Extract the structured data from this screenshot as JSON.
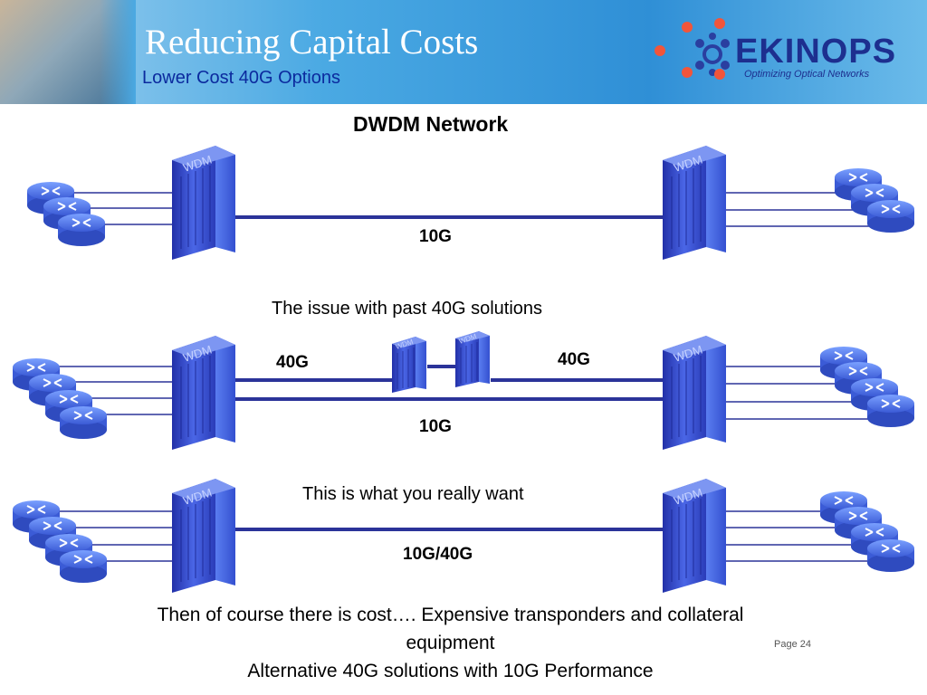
{
  "header": {
    "title": "Reducing Capital Costs",
    "subtitle": "Lower Cost 40G Options"
  },
  "logo": {
    "name": "EKINOPS",
    "tagline": "Optimizing Optical Networks"
  },
  "diagram": {
    "heading": "DWDM Network",
    "node_label": "WDM",
    "row1": {
      "link_label": "10G"
    },
    "row2": {
      "caption": "The issue with past 40G solutions",
      "label_40g_left": "40G",
      "label_40g_right": "40G",
      "link_label": "10G"
    },
    "row3": {
      "caption": "This is what you really want",
      "link_label": "10G/40G"
    }
  },
  "footer": {
    "line1": "Then of course there is cost…. Expensive transponders and collateral",
    "line2": "equipment",
    "line3": "Alternative 40G solutions with 10G Performance",
    "page": "Page 24"
  },
  "colors": {
    "line": "#2b3399",
    "header_blue": "#2f8fd6",
    "device_blue": "#3c58d8"
  }
}
